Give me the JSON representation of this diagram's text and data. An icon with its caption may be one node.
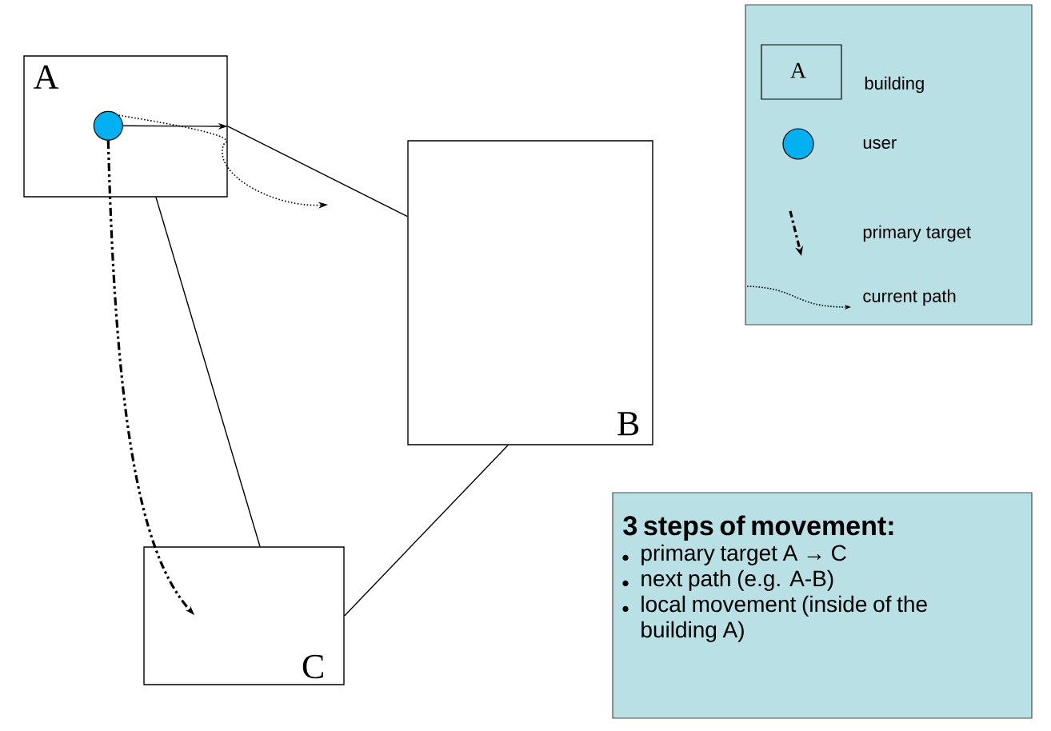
{
  "diagram": {
    "nodes": [
      {
        "text": [
          "A"
        ]
      },
      {
        "text": [],
        "shape": "circle",
        "in": 0
      },
      {
        "text": [
          "B"
        ]
      },
      {
        "text": [
          "C"
        ]
      },
      {
        "text": [
          "3 steps of movement:",
          "primary target  A → C",
          "next path (e.g. A-B)",
          "local movement (inside of the building A)"
        ]
      }
    ],
    "edges": [
      {
        "from": 1,
        "to": 0,
        "arrow": "to"
      },
      {
        "from": 1,
        "to": null,
        "arrow": "to",
        "style": "dashed"
      },
      {
        "from": 1,
        "to": 3,
        "arrow": "to",
        "style": "dashed"
      },
      {
        "from": 0,
        "to": 2,
        "arrow": "none"
      },
      {
        "from": 0,
        "to": 3,
        "arrow": "none"
      },
      {
        "from": 2,
        "to": 3,
        "arrow": "none"
      }
    ],
    "labels": [
      "A"
    ],
    "legend": [
      {
        "text": "building"
      },
      {
        "text": "user"
      },
      {
        "text": "primary target"
      },
      {
        "text": "current path"
      }
    ]
  }
}
